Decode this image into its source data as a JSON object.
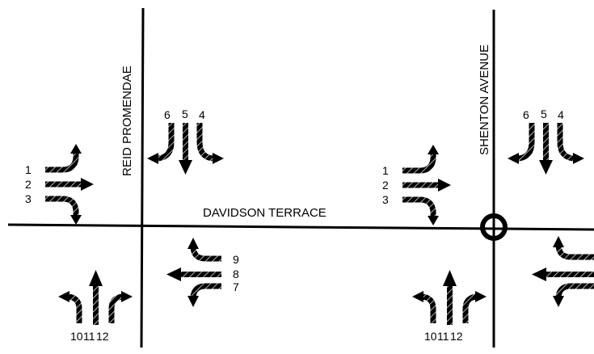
{
  "streets": {
    "horizontal": "DAVIDSON TERRACE",
    "left_vertical": "REID PROMENDAE",
    "right_vertical": "SHENTON AVENUE"
  },
  "movement_numbers": {
    "one": "1",
    "two": "2",
    "three": "3",
    "four": "4",
    "five": "5",
    "six": "6",
    "seven": "7",
    "eight": "8",
    "nine": "9",
    "ten": "10",
    "eleven": "11",
    "twelve": "12"
  },
  "colors": {
    "ink": "#000000",
    "background": "#ffffff"
  },
  "icons": {
    "arrow_shaft": "striped-arrow-shaft",
    "roundabout": "roundabout-circle-icon"
  }
}
